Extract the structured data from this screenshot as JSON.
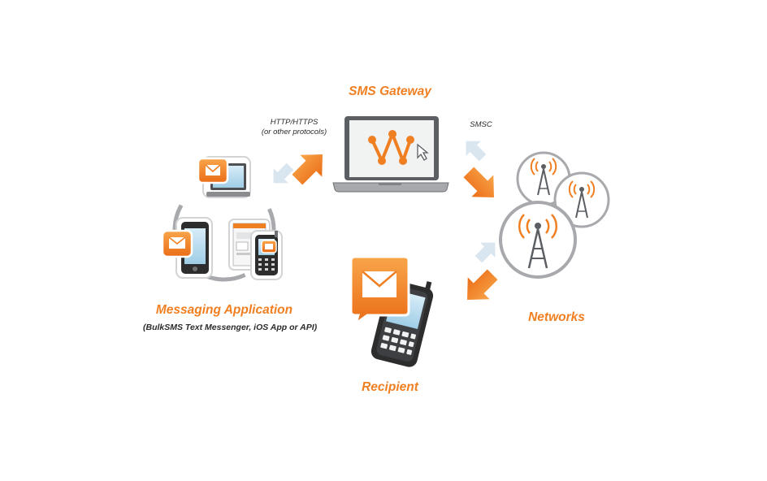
{
  "colors": {
    "accent": "#f07f22",
    "accent_light": "#fbb040",
    "arrow_return": "#d9e6f0",
    "outline_grey": "#a7a9ac",
    "device_dark": "#2d2d2d",
    "screen_blue": "#c7e3f3",
    "text_dark": "#2b2b2b"
  },
  "nodes": {
    "sms_gateway": {
      "title": "SMS Gateway",
      "icon": "laptop-logo-icon"
    },
    "messaging_application": {
      "title": "Messaging Application",
      "subtitle": "(BulkSMS Text Messenger, iOS App or API)",
      "icons": [
        "laptop-email-icon",
        "smartphone-email-icon",
        "web-browser-email-icon",
        "feature-phone-email-icon"
      ]
    },
    "networks": {
      "title": "Networks",
      "icons": [
        "cell-tower-icon",
        "cell-tower-icon",
        "cell-tower-icon"
      ]
    },
    "recipient": {
      "title": "Recipient",
      "icon": "mobile-phone-email-icon"
    }
  },
  "connections": [
    {
      "from": "messaging_application",
      "to": "sms_gateway",
      "label_line1": "HTTP/HTTPS",
      "label_line2": "(or other protocols)"
    },
    {
      "from": "sms_gateway",
      "to": "networks",
      "label_line1": "SMSC"
    },
    {
      "from": "networks",
      "to": "recipient"
    }
  ]
}
